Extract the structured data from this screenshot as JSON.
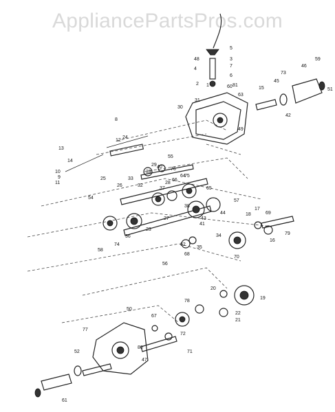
{
  "watermark": "AppliancePartsPros.com",
  "callouts": [
    "5",
    "48",
    "3",
    "2",
    "4",
    "1",
    "6",
    "7",
    "8",
    "9",
    "10",
    "11",
    "12",
    "13",
    "14",
    "15",
    "16",
    "17",
    "18",
    "19",
    "20",
    "21",
    "22",
    "23",
    "24",
    "25",
    "26",
    "27",
    "28",
    "29",
    "30",
    "31",
    "32",
    "33",
    "34",
    "35",
    "36",
    "37",
    "38",
    "39",
    "40",
    "41",
    "42",
    "43",
    "44",
    "45",
    "46",
    "47",
    "49",
    "50",
    "51",
    "52",
    "54",
    "55",
    "56",
    "57",
    "58",
    "59",
    "60",
    "61",
    "62",
    "63",
    "64",
    "65",
    "66",
    "67",
    "68",
    "69",
    "70",
    "71",
    "72",
    "73",
    "74",
    "75",
    "76",
    "77",
    "78",
    "79",
    "80",
    "81"
  ]
}
